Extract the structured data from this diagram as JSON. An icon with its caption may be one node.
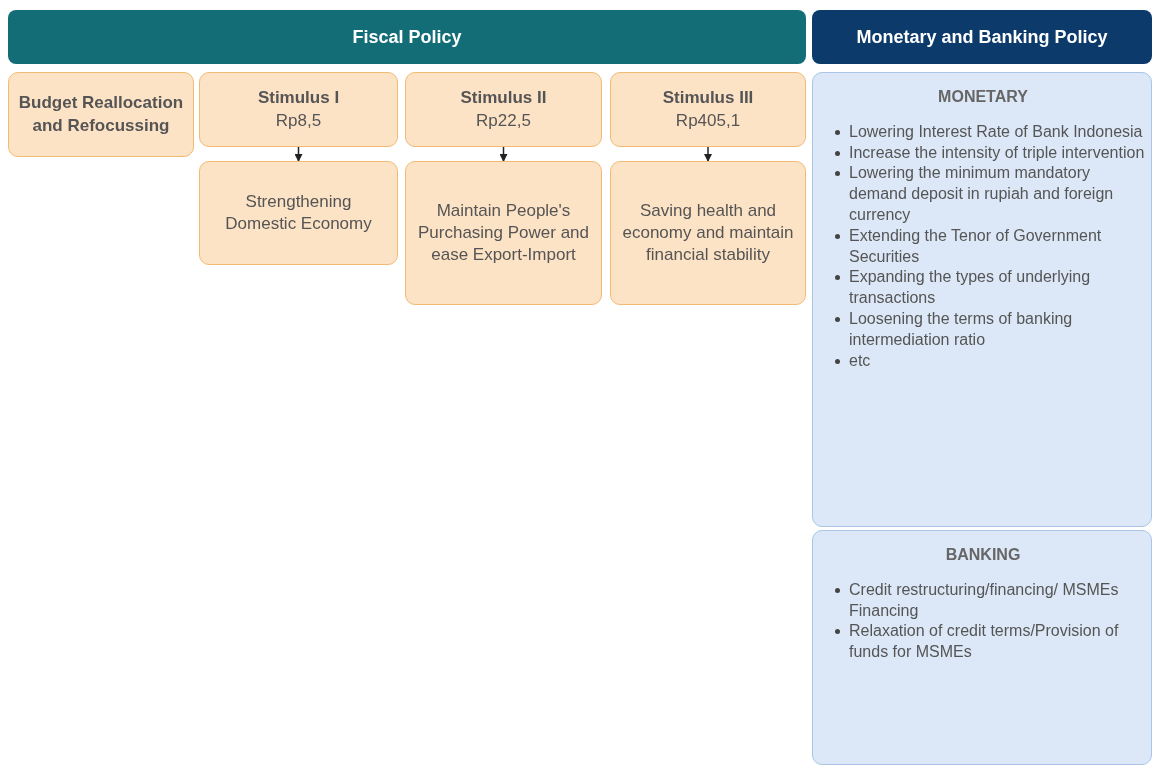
{
  "diagram": {
    "nodes": [
      {
        "text": [
          "Fiscal Policy"
        ]
      },
      {
        "text": [
          "Monetary and Banking Policy"
        ]
      },
      {
        "text": [
          "Budget Reallocation and Refocussing"
        ]
      },
      {
        "text": [
          "Stimulus I",
          "Rp8,5"
        ]
      },
      {
        "text": [
          "Stimulus II",
          "Rp22,5"
        ]
      },
      {
        "text": [
          "Stimulus III",
          "Rp405,1"
        ]
      },
      {
        "text": [
          "Strengthening Domestic Economy"
        ]
      },
      {
        "text": [
          "Maintain People's Purchasing Power and ease Export-Import"
        ]
      },
      {
        "text": [
          "Saving health and economy and maintain financial stability"
        ]
      },
      {
        "text": [
          "MONETARY",
          "Lowering Interest Rate of Bank Indonesia",
          "Increase the intensity of triple intervention",
          "Lowering the minimum mandatory demand deposit in rupiah and foreign currency",
          "Extending the Tenor of Government Securities",
          "Expanding the types of underlying transactions",
          "Loosening the terms of banking intermediation ratio",
          "etc"
        ]
      },
      {
        "text": [
          "BANKING",
          "Credit restructuring/financing/ MSMEs Financing",
          "Relaxation of credit terms/Provision of funds for MSMEs"
        ]
      }
    ],
    "edges": [
      {
        "from": 3,
        "to": 6,
        "arrow": "to"
      },
      {
        "from": 4,
        "to": 7,
        "arrow": "to"
      },
      {
        "from": 5,
        "to": 8,
        "arrow": "to"
      }
    ]
  }
}
